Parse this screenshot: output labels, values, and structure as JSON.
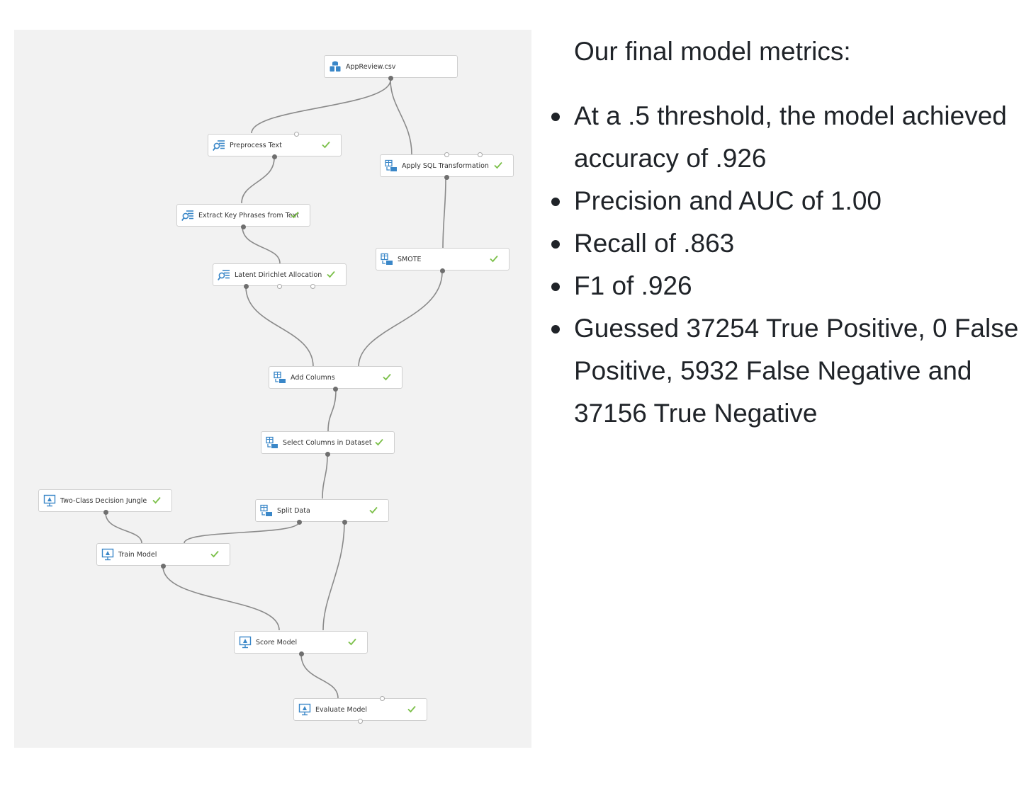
{
  "diagram": {
    "nodes": [
      {
        "id": "appreview",
        "label": "AppReview.csv",
        "icon": "dataset-icon",
        "status": "none"
      },
      {
        "id": "preprocess",
        "label": "Preprocess Text",
        "icon": "text-analytics-icon",
        "status": "completed"
      },
      {
        "id": "applysql",
        "label": "Apply SQL Transformation",
        "icon": "data-transform-icon",
        "status": "completed"
      },
      {
        "id": "extract",
        "label": "Extract Key Phrases from Text",
        "icon": "text-analytics-icon",
        "status": "completed"
      },
      {
        "id": "smote",
        "label": "SMOTE",
        "icon": "data-transform-icon",
        "status": "completed"
      },
      {
        "id": "lda",
        "label": "Latent Dirichlet Allocation",
        "icon": "text-analytics-icon",
        "status": "completed"
      },
      {
        "id": "addcols",
        "label": "Add Columns",
        "icon": "data-transform-icon",
        "status": "completed"
      },
      {
        "id": "selectcols",
        "label": "Select Columns in Dataset",
        "icon": "data-transform-icon",
        "status": "completed"
      },
      {
        "id": "jungle",
        "label": "Two-Class Decision Jungle",
        "icon": "model-icon",
        "status": "completed"
      },
      {
        "id": "split",
        "label": "Split Data",
        "icon": "data-transform-icon",
        "status": "completed"
      },
      {
        "id": "train",
        "label": "Train Model",
        "icon": "model-icon",
        "status": "completed"
      },
      {
        "id": "score",
        "label": "Score Model",
        "icon": "model-icon",
        "status": "completed"
      },
      {
        "id": "evaluate",
        "label": "Evaluate Model",
        "icon": "model-icon",
        "status": "completed"
      }
    ],
    "edges": [
      [
        "appreview",
        "preprocess"
      ],
      [
        "appreview",
        "applysql"
      ],
      [
        "preprocess",
        "extract"
      ],
      [
        "extract",
        "lda"
      ],
      [
        "applysql",
        "smote"
      ],
      [
        "lda",
        "addcols"
      ],
      [
        "smote",
        "addcols"
      ],
      [
        "addcols",
        "selectcols"
      ],
      [
        "selectcols",
        "split"
      ],
      [
        "jungle",
        "train"
      ],
      [
        "split",
        "train"
      ],
      [
        "train",
        "score"
      ],
      [
        "split",
        "score"
      ],
      [
        "score",
        "evaluate"
      ]
    ],
    "colors": {
      "icon": "#3a87c8",
      "check": "#7cc04a",
      "edge": "#8a8a8a",
      "canvas": "#f2f2f2"
    }
  },
  "metrics": {
    "heading": "Our final model metrics:",
    "items": [
      "At a .5 threshold, the model achieved accuracy of .926",
      "Precision and AUC of 1.00",
      "Recall of .863",
      "F1 of .926",
      "Guessed 37254 True Positive, 0 False Positive, 5932 False Negative and 37156 True Negative"
    ]
  }
}
